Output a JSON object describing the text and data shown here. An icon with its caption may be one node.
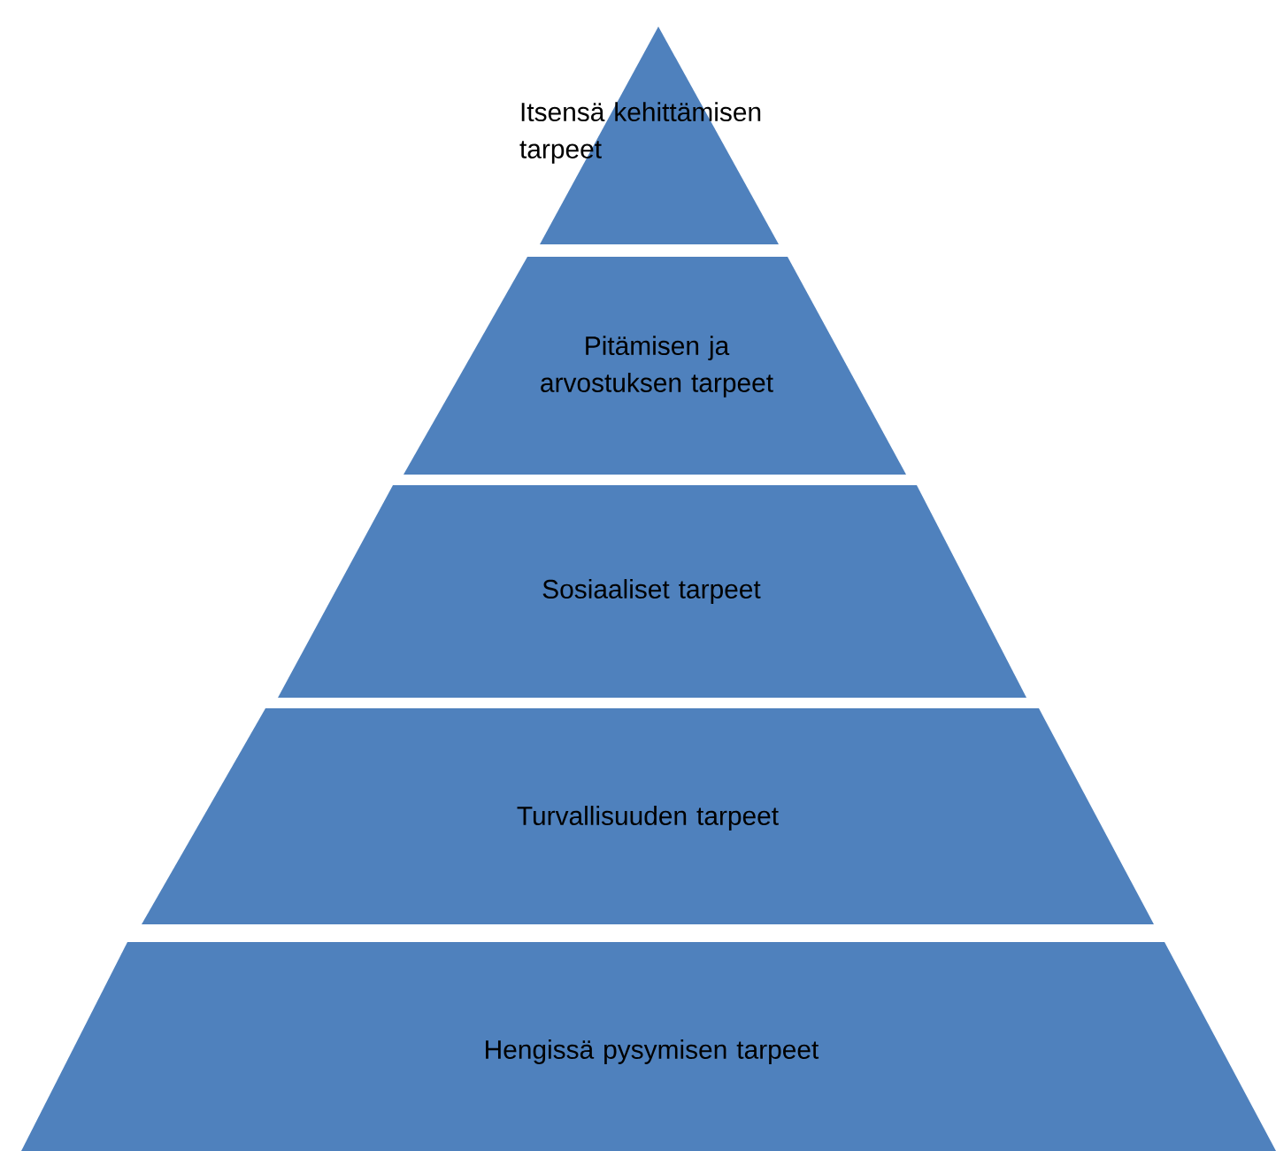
{
  "diagram": {
    "nodes": [
      {
        "text": [
          "Itsensä kehittämisen tarpeet"
        ]
      },
      {
        "text": [
          "Pitämisen ja arvostuksen tarpeet"
        ]
      },
      {
        "text": [
          "Sosiaaliset tarpeet"
        ]
      },
      {
        "text": [
          "Turvallisuuden tarpeet"
        ]
      },
      {
        "text": [
          "Hengissä pysymisen tarpeet"
        ]
      }
    ]
  }
}
